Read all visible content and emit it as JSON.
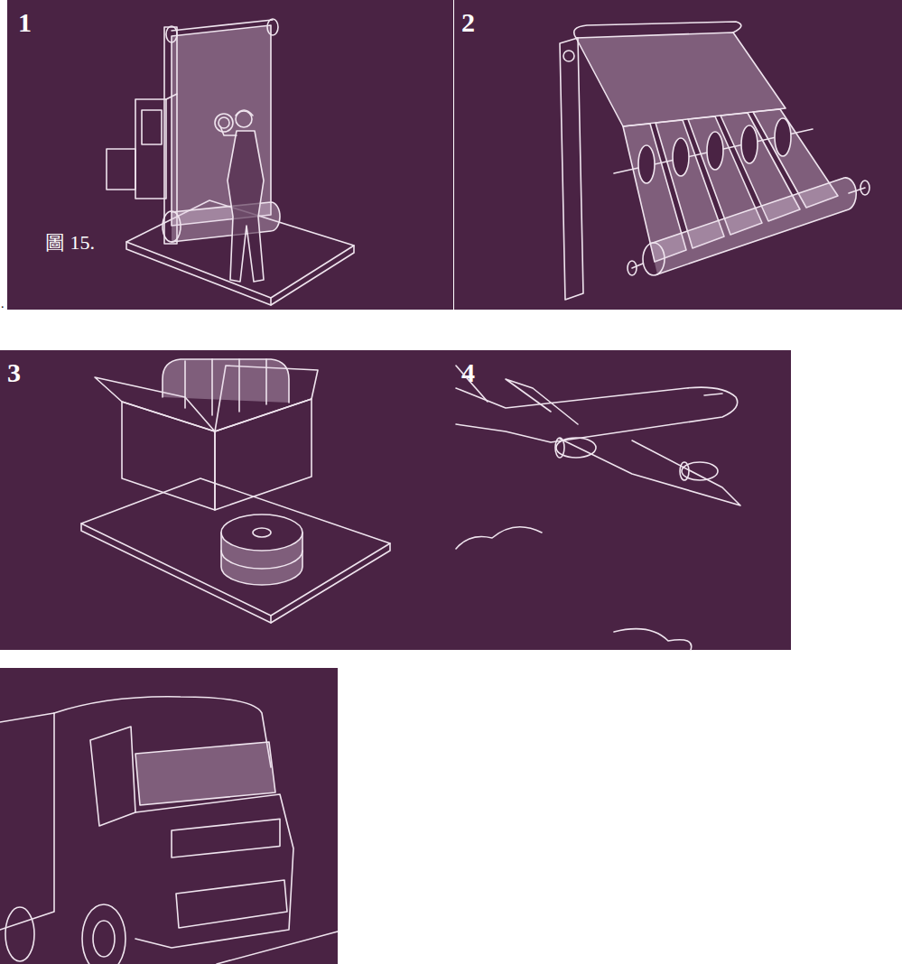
{
  "diagram": {
    "nodes": [
      {
        "text": [
          "1",
          "圖 15."
        ]
      },
      {
        "text": [
          "2"
        ]
      },
      {
        "text": [
          "3"
        ]
      },
      {
        "text": [
          "4"
        ]
      }
    ],
    "labels": [
      "."
    ]
  }
}
